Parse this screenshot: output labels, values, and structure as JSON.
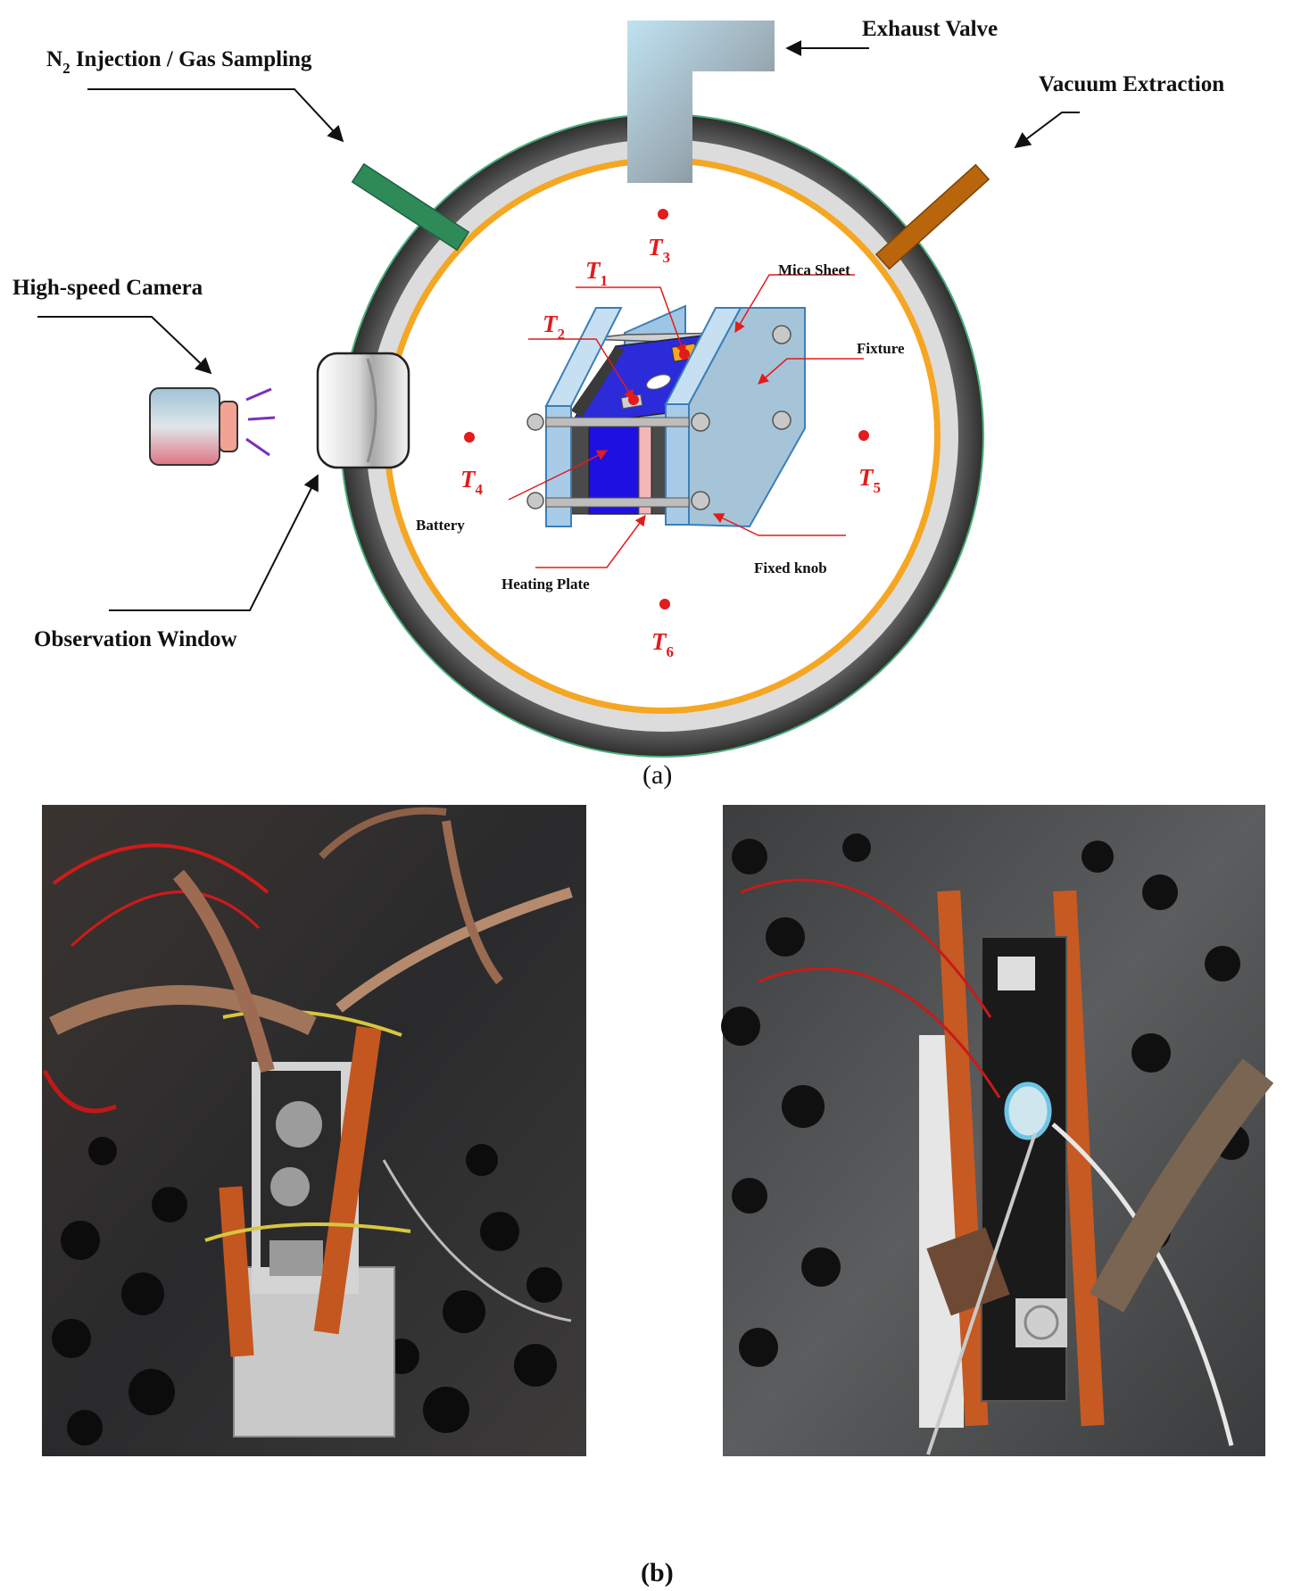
{
  "panel_a": {
    "caption_prefix": "(",
    "caption_letter": "a",
    "caption_suffix": ")",
    "labels": {
      "n2_main": "N",
      "n2_sub": "2",
      "n2_rest": " Injection / Gas Sampling",
      "exhaust_valve": "Exhaust Valve",
      "vacuum_extraction": "Vacuum Extraction",
      "high_speed_camera": "High-speed Camera",
      "observation_window": "Observation Window",
      "mica_sheet": "Mica Sheet",
      "fixture": "Fixture",
      "battery": "Battery",
      "heating_plate": "Heating Plate",
      "fixed_knob": "Fixed knob"
    },
    "thermocouples": [
      {
        "letter": "T",
        "sub": "1"
      },
      {
        "letter": "T",
        "sub": "2"
      },
      {
        "letter": "T",
        "sub": "3"
      },
      {
        "letter": "T",
        "sub": "4"
      },
      {
        "letter": "T",
        "sub": "5"
      },
      {
        "letter": "T",
        "sub": "6"
      }
    ],
    "colors": {
      "outer_ring": "#4a4a4a",
      "inner_ring": "#d8d8d8",
      "orange_liner": "#f5a623",
      "n2_port": "#2e8b57",
      "vacuum_port": "#b8650c",
      "fixture": "#a8cce8",
      "battery": "#1e10e0",
      "heating_plate": "#f4b6b6",
      "thermocouple": "#e21b1b"
    }
  },
  "panel_b": {
    "caption_prefix": "(",
    "caption_letter": "b",
    "caption_suffix": ")"
  }
}
